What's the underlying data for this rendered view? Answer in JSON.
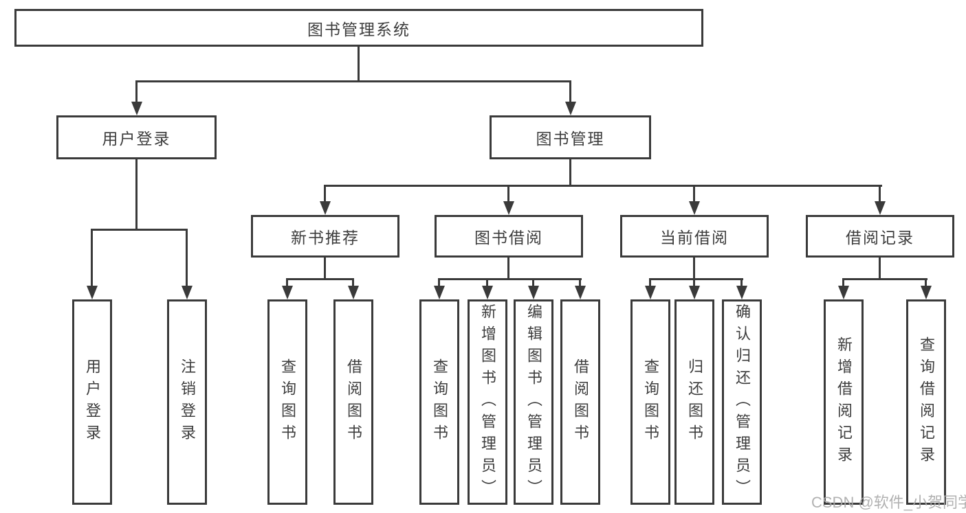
{
  "tree": {
    "label": "图书管理系统",
    "children": [
      {
        "label": "用户登录",
        "children": [
          {
            "label": "用户登录"
          },
          {
            "label": "注销登录"
          }
        ]
      },
      {
        "label": "图书管理",
        "children": [
          {
            "label": "新书推荐",
            "children": [
              {
                "label": "查询图书"
              },
              {
                "label": "借阅图书"
              }
            ]
          },
          {
            "label": "图书借阅",
            "children": [
              {
                "label": "查询图书"
              },
              {
                "label": "新增图书（管理员）"
              },
              {
                "label": "编辑图书（管理员）"
              },
              {
                "label": "借阅图书"
              }
            ]
          },
          {
            "label": "当前借阅",
            "children": [
              {
                "label": "查询图书"
              },
              {
                "label": "归还图书"
              },
              {
                "label": "确认归还（管理员）"
              }
            ]
          },
          {
            "label": "借阅记录",
            "children": [
              {
                "label": "新增借阅记录"
              },
              {
                "label": "查询借阅记录"
              }
            ]
          }
        ]
      }
    ]
  },
  "watermark": "CSDN @软件_小贺同学",
  "colors": {
    "line": "#3a3a3a",
    "text": "#3d3d3d",
    "watermark": "#a9a9a9",
    "background": "#ffffff"
  }
}
